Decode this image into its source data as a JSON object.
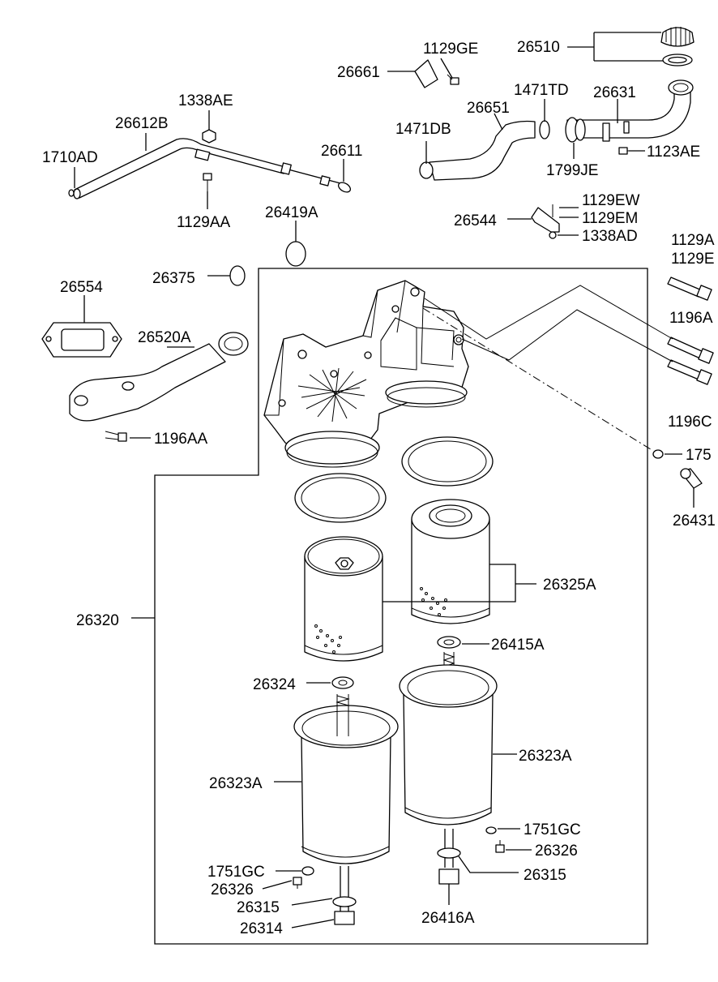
{
  "labels": {
    "l26510": "26510",
    "l1129GE": "1129GE",
    "l26661": "26661",
    "l1471TD": "1471TD",
    "l26631": "26631",
    "l26651": "26651",
    "l1471DB": "1471DB",
    "l1338AE": "1338AE",
    "l26612B": "26612B",
    "l1710AD": "1710AD",
    "l26611": "26611",
    "l1123AE": "1123AE",
    "l1799JE": "1799JE",
    "l1129AA": "1129AA",
    "l26419A": "26419A",
    "l1129EW": "1129EW",
    "l1129EM": "1129EM",
    "l26544": "26544",
    "l1338AD": "1338AD",
    "l1129A_right": "1129A",
    "l1129E_right": "1129E",
    "l26554": "26554",
    "l26375": "26375",
    "l1196A_right": "1196A",
    "l26520A": "26520A",
    "l1196AA": "1196AA",
    "l1196C_right": "1196C",
    "l175_right": "175",
    "l26431_right": "26431",
    "l26325A": "26325A",
    "l26320": "26320",
    "l26415A": "26415A",
    "l26324": "26324",
    "l26323A_right": "26323A",
    "l26323A_left": "26323A",
    "l1751GC_right": "1751GC",
    "l26326_right": "26326",
    "l1751GC_left": "1751GC",
    "l26315_right": "26315",
    "l26326_left": "26326",
    "l26315_left": "26315",
    "l26416A": "26416A",
    "l26314": "26314"
  }
}
